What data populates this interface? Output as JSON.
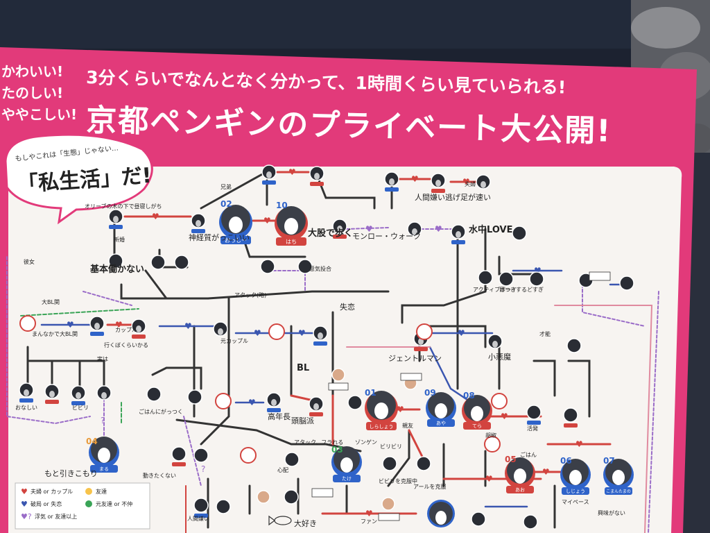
{
  "colors": {
    "background_dark": "#1c2230",
    "board_pink": "#e23a7a",
    "board_white": "#f7f4f1",
    "line_dark": "#333333",
    "line_red": "#d2443f",
    "line_purple": "#9a6cc8",
    "line_blue": "#3a56b0",
    "line_green": "#3aa457",
    "penguin_tag_blue": "#2f63c9",
    "penguin_tag_red": "#d2443f",
    "rock_gray": "#77787c"
  },
  "header": {
    "side_lines": [
      "かわいい!",
      "たのしい!",
      "ややこしい!"
    ],
    "subtitle": "3分くらいでなんとなく分かって、1時間くらい見ていられる!",
    "title": "京都ペンギンのプライベート大公開!"
  },
  "bubble": {
    "top": "もしやこれは「生態」じゃない…",
    "main": "「私生活」だ!"
  },
  "penguins": {
    "n02": {
      "num": "02",
      "name": "おっしー"
    },
    "n10": {
      "num": "10",
      "name": "はち"
    },
    "n01": {
      "num": "01",
      "name": "しらしょう"
    },
    "n03": {
      "num": "03",
      "name": "たけ"
    },
    "n04": {
      "num": "04",
      "name": "まる"
    },
    "n05": {
      "num": "05",
      "name": "あお"
    },
    "n06": {
      "num": "06",
      "name": "しじょう"
    },
    "n07": {
      "num": "07",
      "name": "こまんたまの"
    },
    "n08": {
      "num": "08",
      "name": "てら"
    },
    "n09": {
      "num": "09",
      "name": "あや"
    }
  },
  "annotations": {
    "a_olive": "オリーブの木の下で昼寝しがち",
    "a_shinkei": "神経質がっこいい",
    "a_oomata": "大股で歩く",
    "a_monroe": "モンロー・ウォーク",
    "a_ningen": "人間嫌い逃げ足が速い",
    "a_suichu": "水中LOVE",
    "a_kihon": "基本働かない",
    "a_shitsuren": "失恋",
    "a_bl": "BL",
    "a_zuno": "頭脳派",
    "a_kouhan": "高年長",
    "a_genshin": "ジェントルマン",
    "a_kakou": "小悪魔",
    "a_active": "アクティブボーイ",
    "a_medatsu": "目つきするどすぎ",
    "a_gohan_gatsu": "ごはんにがっつく",
    "a_hikikomori": "もと引きこもり",
    "a_hitogirai": "人間嫌い",
    "a_daisuki": "大好き",
    "a_ohanashi": "おなしい",
    "a_biburi": "ビビリ",
    "a_katsuhatsu": "活発",
    "a_maipe": "マイペース",
    "a_kyomi": "興味がない",
    "a_bibiri2": "ビビリを克服中",
    "a_toru": "アールを克服",
    "a_ugokanai": "動きたくない",
    "a_fan": "ファン",
    "a_gohan": "ごはん",
    "a_shinkon": "新婚",
    "a_koshou": "胡椒",
    "a_sainou": "才能",
    "a_taikai": "大BL関",
    "a_fuufu": "夫婦",
    "a_kyoudai": "兄弟",
    "a_moto_couple": "元カップル",
    "a_kanojo": "彼女",
    "a_couple": "カップル",
    "a_attack": "アタック(略)",
    "a_furareru": "アタック、フラれる",
    "a_shinka": "親友",
    "a_kenka": "まんなかで大BL関",
    "a_ikubo": "行くぼくらいかる",
    "a_jitsuha": "実は",
    "a_shinpai": "心配",
    "a_biribi": "ビリビリ",
    "a_ishin": "意気投合",
    "a_sonde": "ゾンゲン"
  },
  "legend": {
    "items": [
      {
        "label": "夫婦 or カップル"
      },
      {
        "label": "破局 or 失恋"
      },
      {
        "label": "浮気 or 友達以上"
      },
      {
        "label": "友達"
      },
      {
        "label": "元友達 or 不仲"
      }
    ]
  }
}
